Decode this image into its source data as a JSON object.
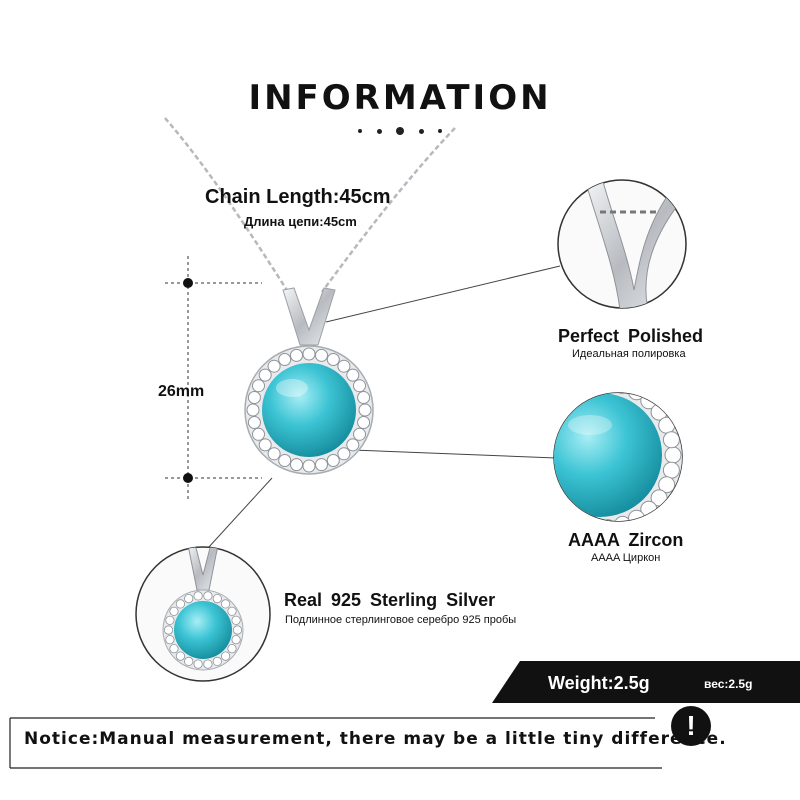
{
  "title": "INFORMATION",
  "chain": {
    "length_en": "Chain Length:45cm",
    "length_ru": "Длина цепи:45cm"
  },
  "dimension": {
    "height_label": "26mm"
  },
  "features": [
    {
      "title": "Perfect  Polished",
      "subtitle": "Идеальная полировка"
    },
    {
      "title": "AAAA  Zircon",
      "subtitle": "AAAA Циркон"
    },
    {
      "title": "Real 925  Sterling  Silver",
      "subtitle": "Подлинное стерлинговое серебро 925 пробы"
    }
  ],
  "weight": {
    "label_en": "Weight:2.5g",
    "label_ru": "вес:2.5g"
  },
  "notice": {
    "text": "Notice:Manual measurement, there may be a little tiny difference.",
    "icon": "exclamation-icon"
  },
  "colors": {
    "stone": "#3cc4d4",
    "silver": "#c9ccd0",
    "dark": "#111111"
  }
}
